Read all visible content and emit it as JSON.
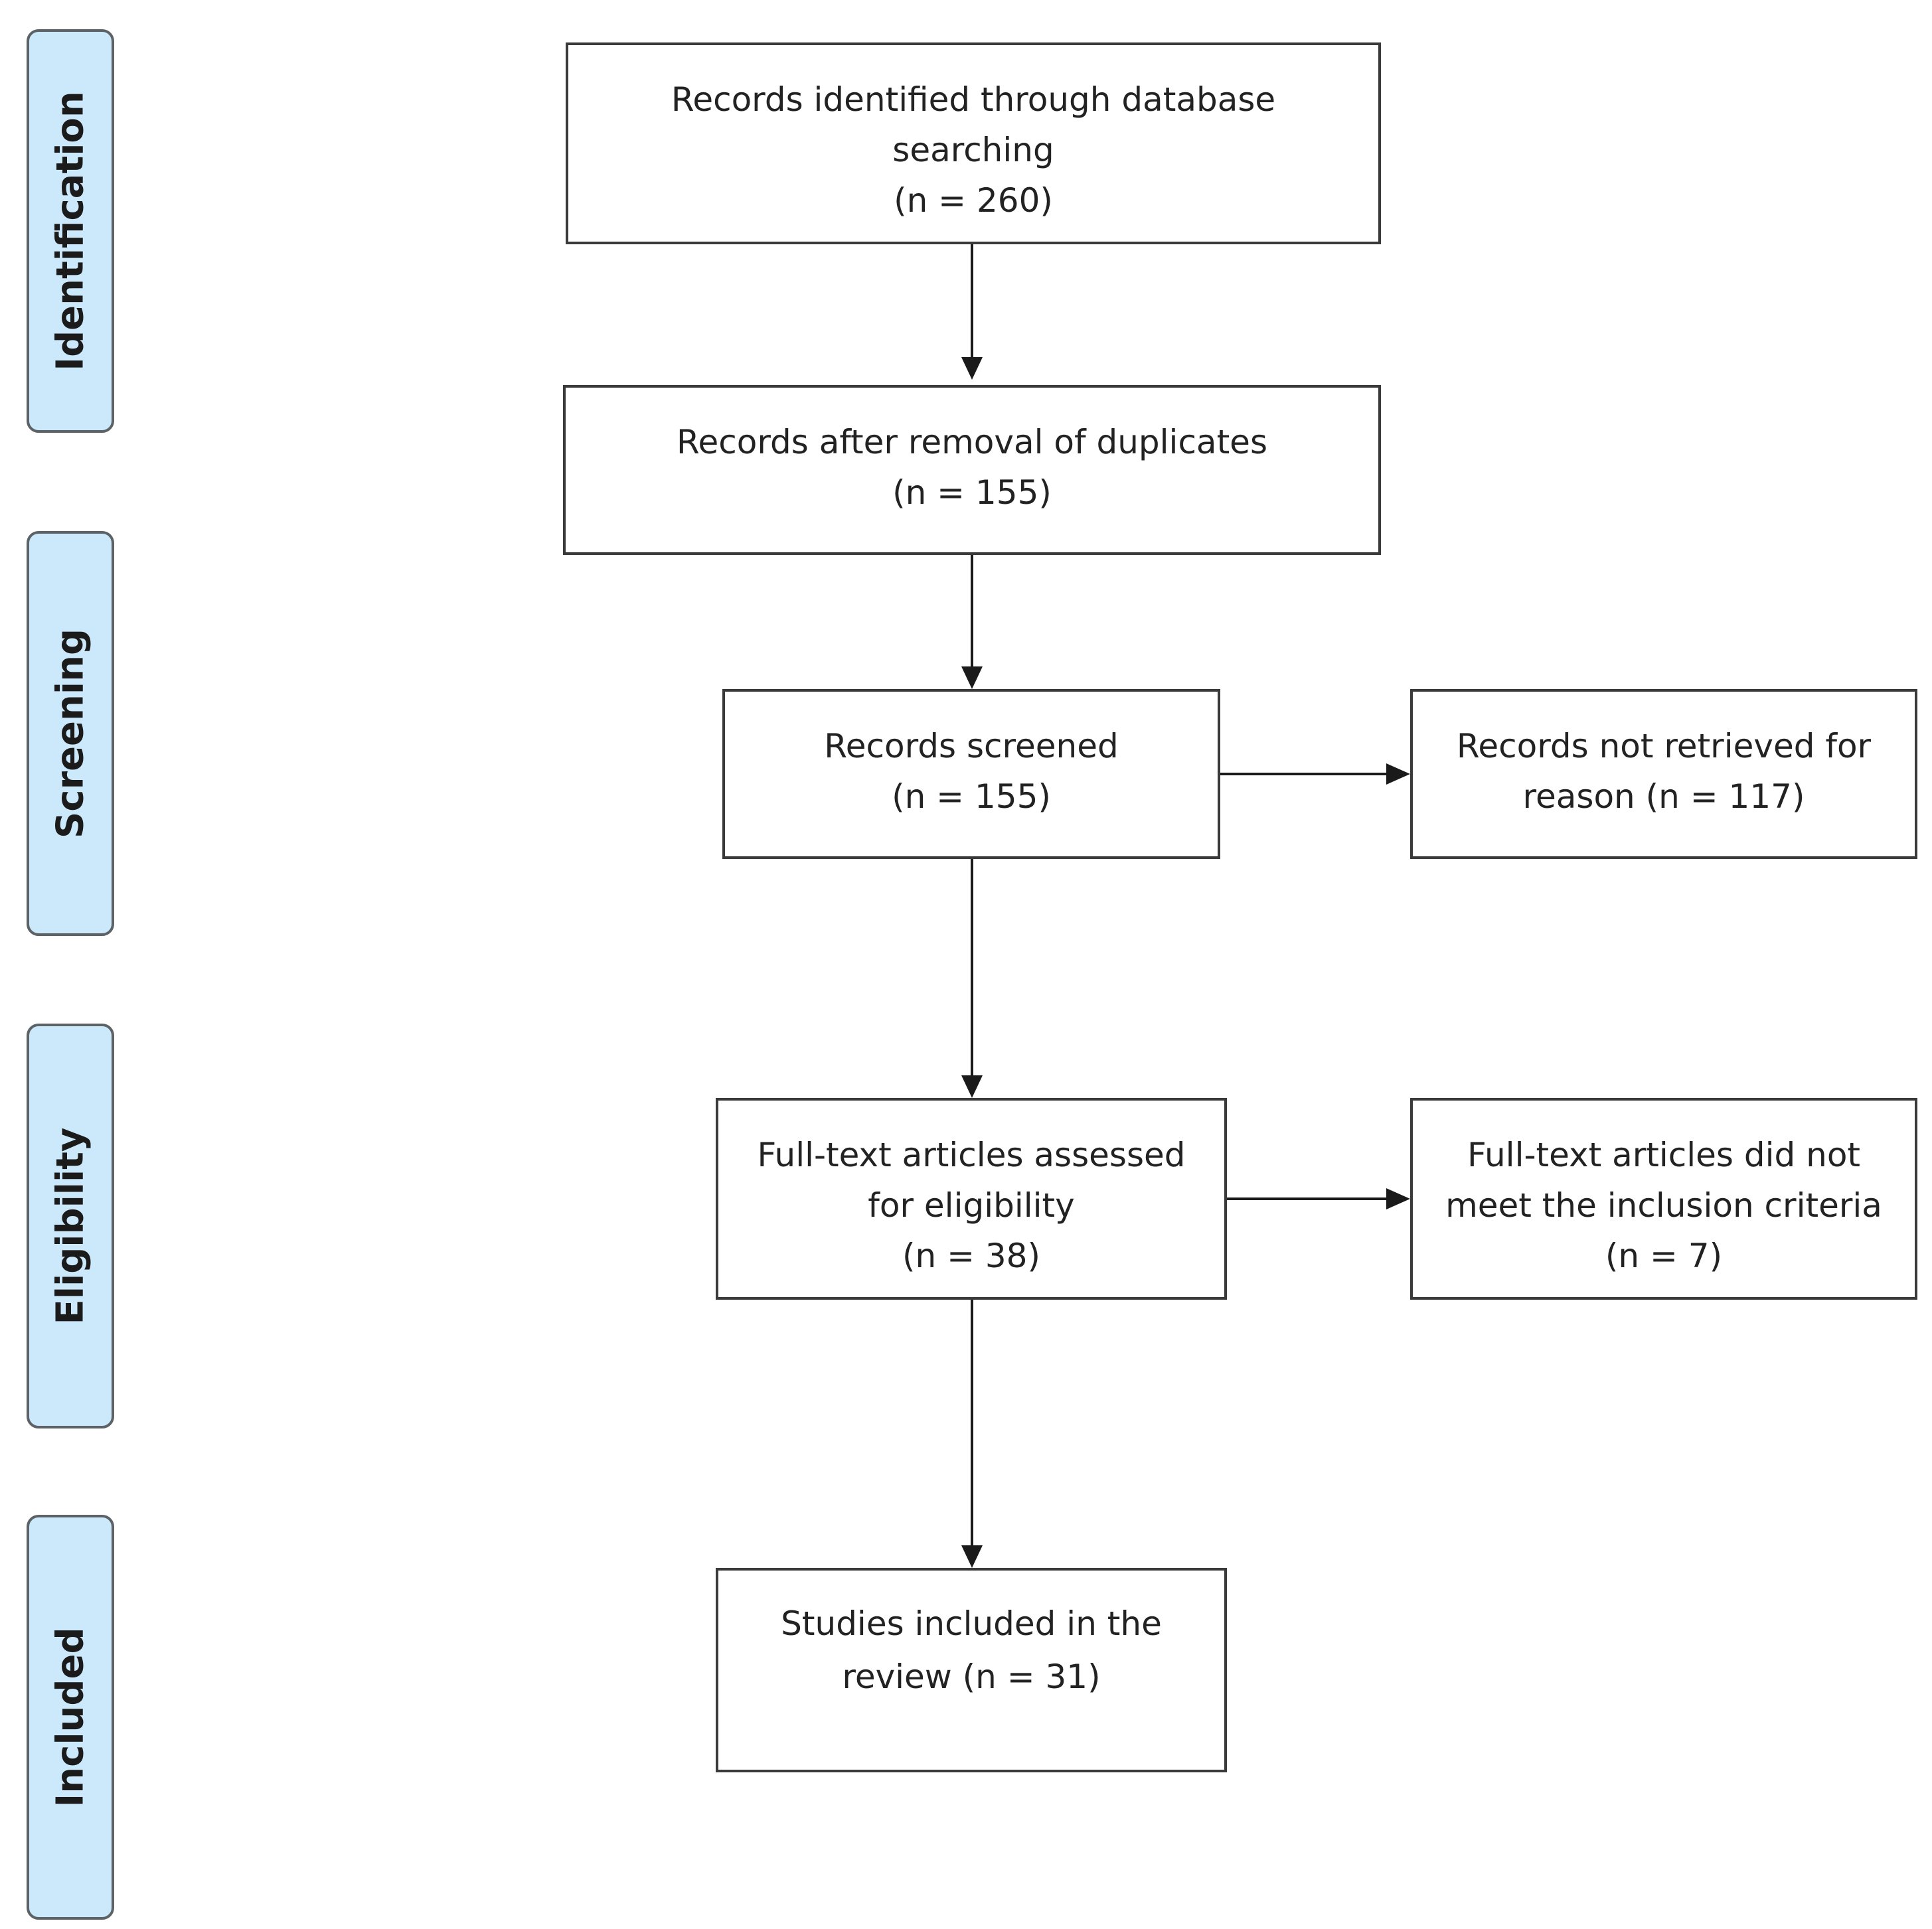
{
  "phases": {
    "identification": "Identification",
    "screening": "Screening",
    "eligibility": "Eligibility",
    "included": "Included"
  },
  "boxes": {
    "identified": {
      "lines": [
        "Records identified through database",
        "searching",
        "(n = 260)"
      ]
    },
    "after_duplicates": {
      "lines": [
        "Records after removal of duplicates",
        "(n = 155)"
      ]
    },
    "screened": {
      "lines": [
        "Records screened",
        "(n = 155)"
      ]
    },
    "not_retrieved": {
      "lines": [
        "Records not retrieved for",
        "reason (n = 117)"
      ]
    },
    "full_text_assessed": {
      "lines": [
        "Full-text articles assessed",
        "for eligibility",
        "(n = 38)"
      ]
    },
    "full_text_excluded": {
      "lines": [
        "Full-text articles did not",
        "meet the inclusion criteria",
        "(n = 7)"
      ]
    },
    "included_studies": {
      "lines": [
        "Studies included in the",
        "review (n = 31)"
      ]
    }
  },
  "colors": {
    "phase_fill": "#cce9fb",
    "phase_border": "#5c6266",
    "box_border": "#3a3a3a",
    "arrow": "#1a1a1a"
  }
}
